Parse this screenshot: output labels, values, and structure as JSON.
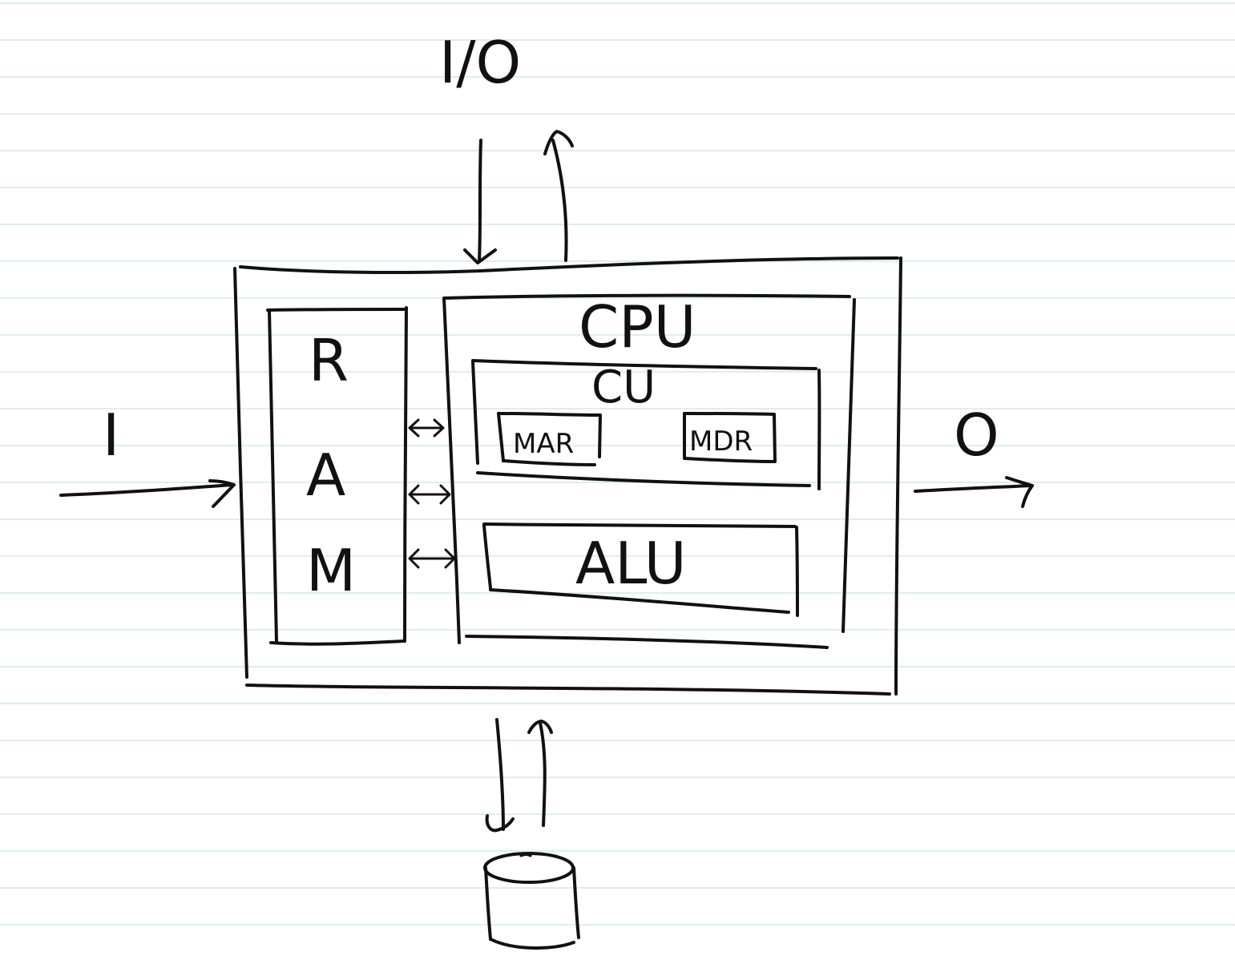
{
  "diagram": {
    "labels": {
      "io": "I/O",
      "input": "I",
      "output": "O",
      "ram_letters": [
        "R",
        "A",
        "M"
      ],
      "cpu": "CPU",
      "cu": "CU",
      "mar": "MAR",
      "mdr": "MDR",
      "alu": "ALU"
    },
    "components": [
      "RAM",
      "CPU",
      "CU",
      "MAR",
      "MDR",
      "ALU",
      "disk storage"
    ],
    "icons": {
      "storage": "database-cylinder-icon"
    },
    "colors": {
      "ink": "#111111",
      "paper": "#ffffff",
      "ruled_lines": "#cfe8f4"
    }
  }
}
